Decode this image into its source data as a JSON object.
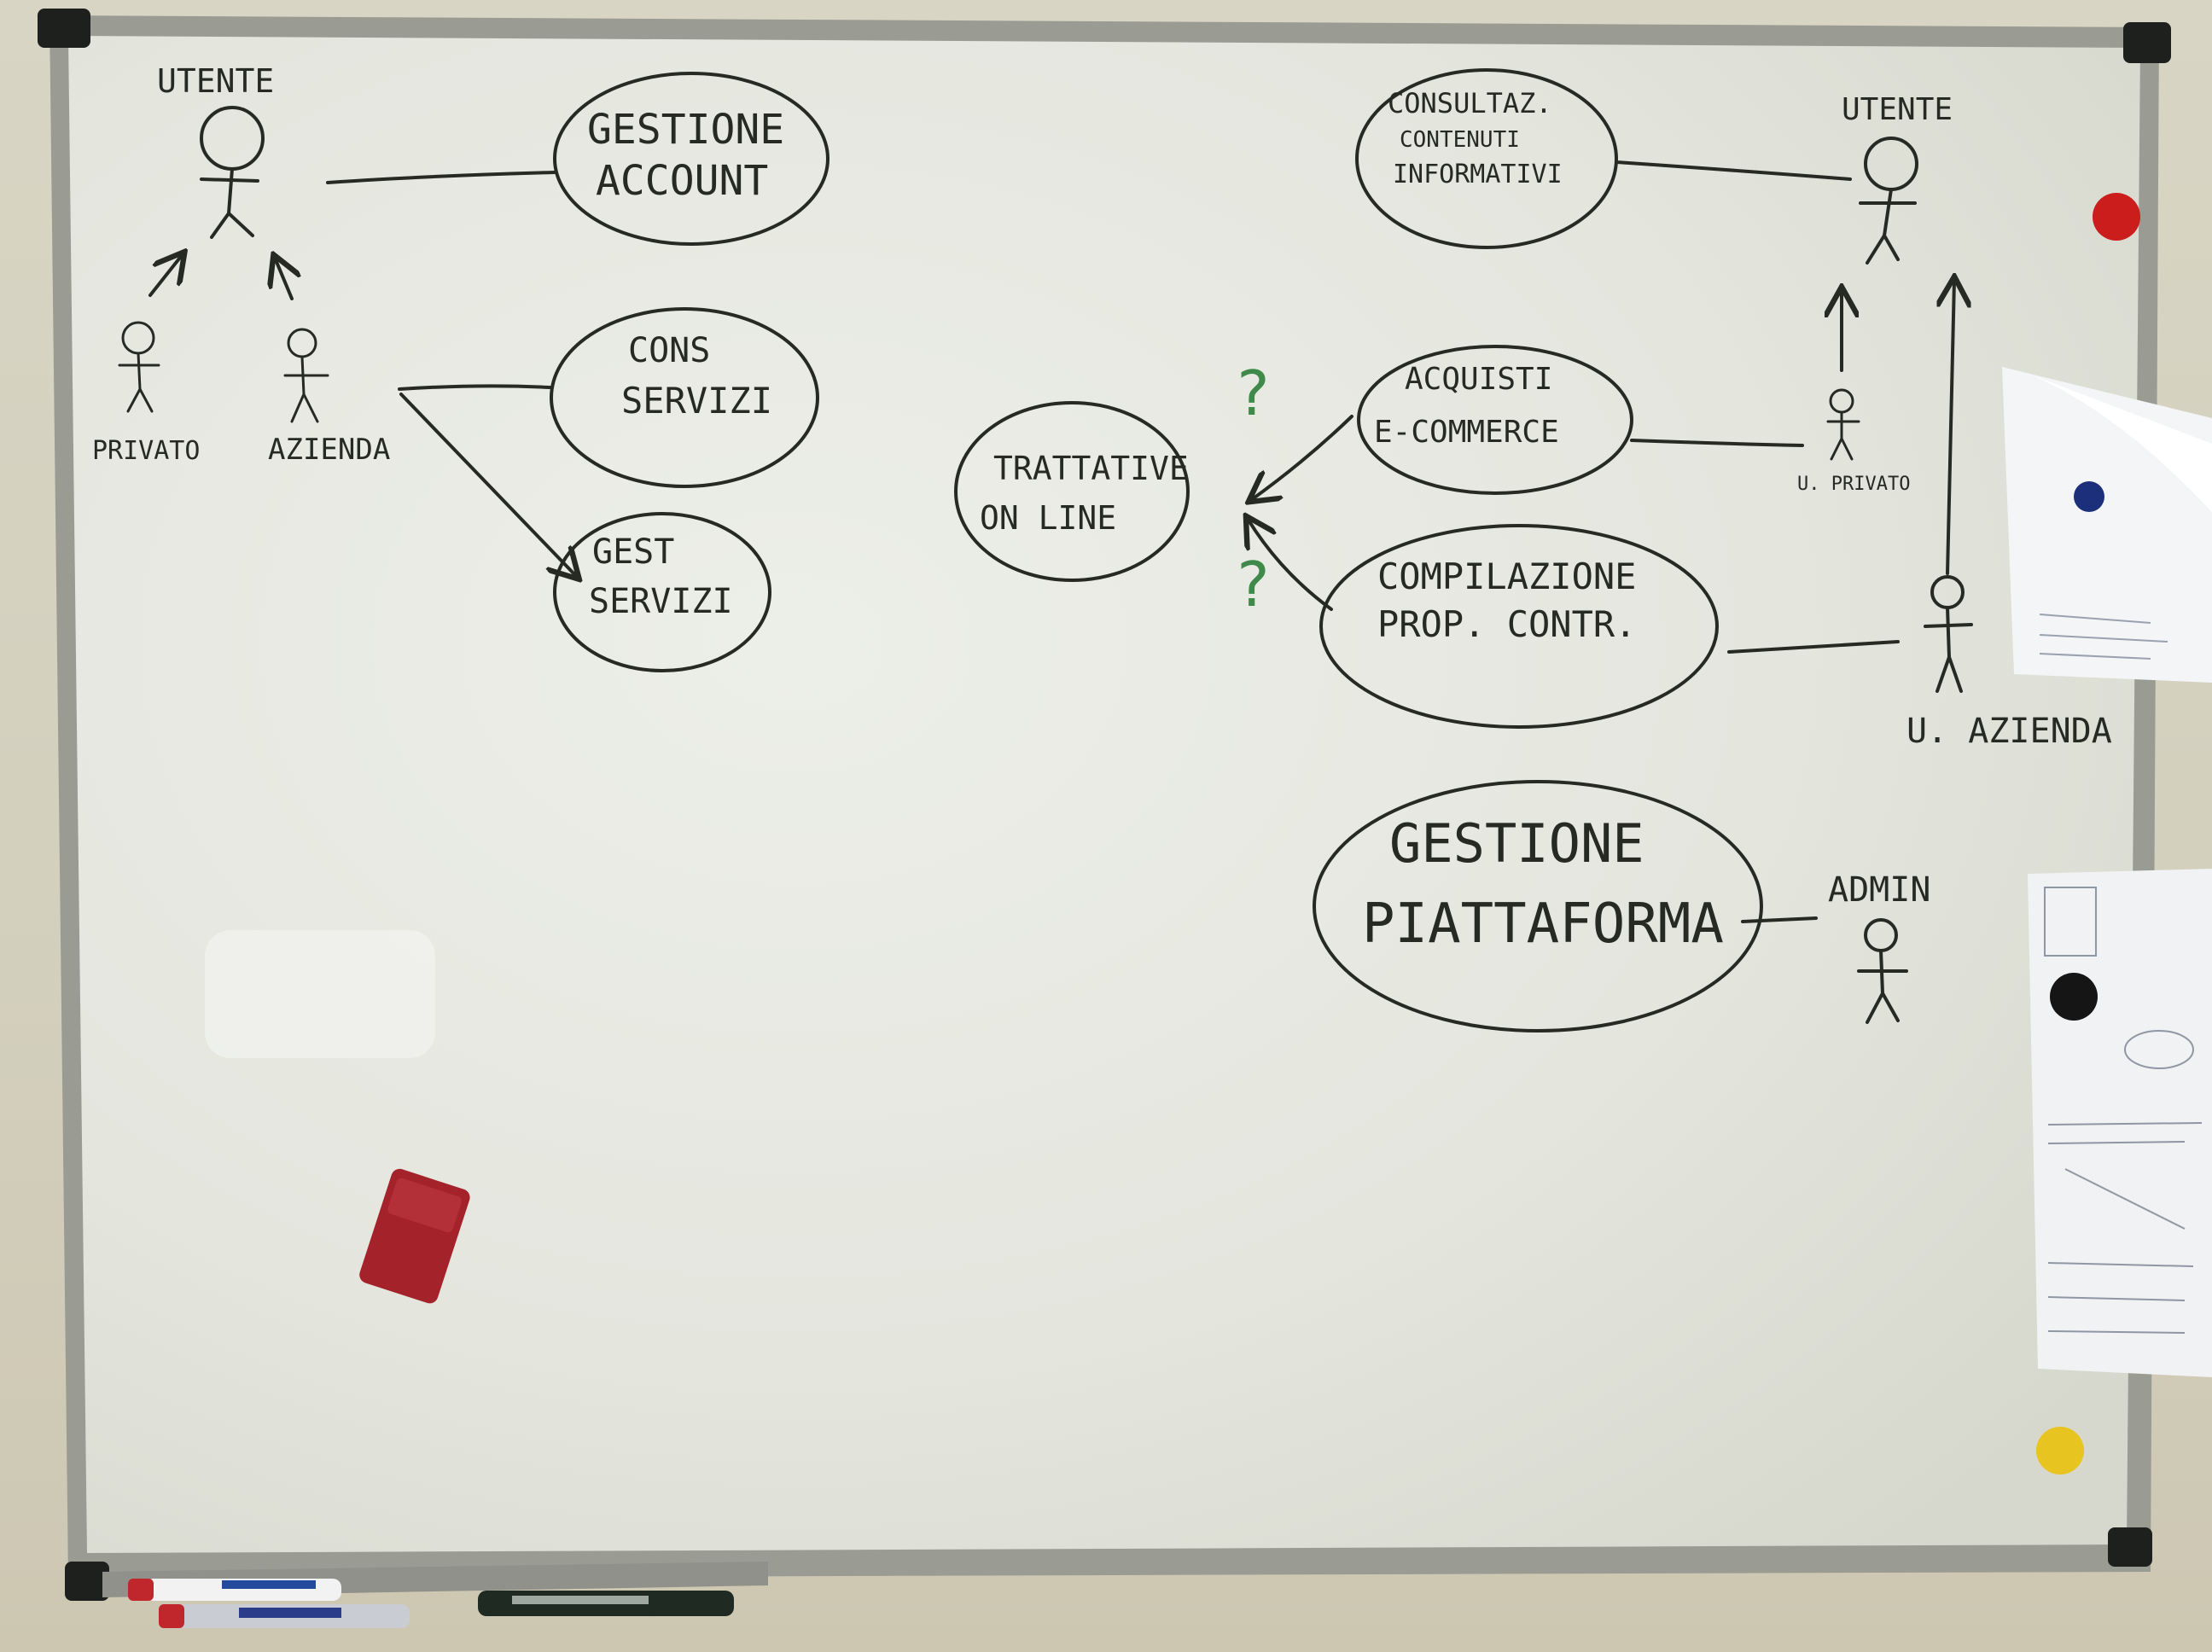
{
  "actors": {
    "utente_left": "UTENTE",
    "privato": "PRIVATO",
    "azienda": "AZIENDA",
    "utente_right": "UTENTE",
    "u_privato": "U. PRIVATO",
    "u_azienda": "U. AZIENDA",
    "admin": "ADMIN"
  },
  "use_cases": {
    "gestione_account": [
      "GESTIONE",
      "ACCOUNT"
    ],
    "cons_servizi": [
      "CONS",
      "SERVIZI"
    ],
    "gest_servizi": [
      "GEST",
      "SERVIZI"
    ],
    "trattative_online": [
      "TRATTATIVE",
      "ON LINE"
    ],
    "consultaz": [
      "CONSULTAZ.",
      "CONTENUTI",
      "INFORMATIVI"
    ],
    "acquisti": [
      "ACQUISTI",
      "E-COMMERCE"
    ],
    "compilazione": [
      "COMPILAZIONE",
      "PROP. CONTR."
    ],
    "gestione_piattaforma": [
      "GESTIONE",
      "PIATTAFORMA"
    ]
  },
  "annotations": {
    "question_mark": "?"
  },
  "colors": {
    "marker_black": "#262a22",
    "marker_green": "#3f8a4a",
    "magnet_red": "#cc1d1d",
    "magnet_yellow": "#e8c420",
    "magnet_black": "#151515",
    "eraser": "#a4222a",
    "frame": "#9a9c93",
    "board": "#e6e8e1"
  },
  "icons": [
    "stick-figure-icon",
    "red-magnet-icon",
    "yellow-magnet-icon",
    "black-magnet-icon",
    "eraser-icon",
    "marker-icon"
  ]
}
